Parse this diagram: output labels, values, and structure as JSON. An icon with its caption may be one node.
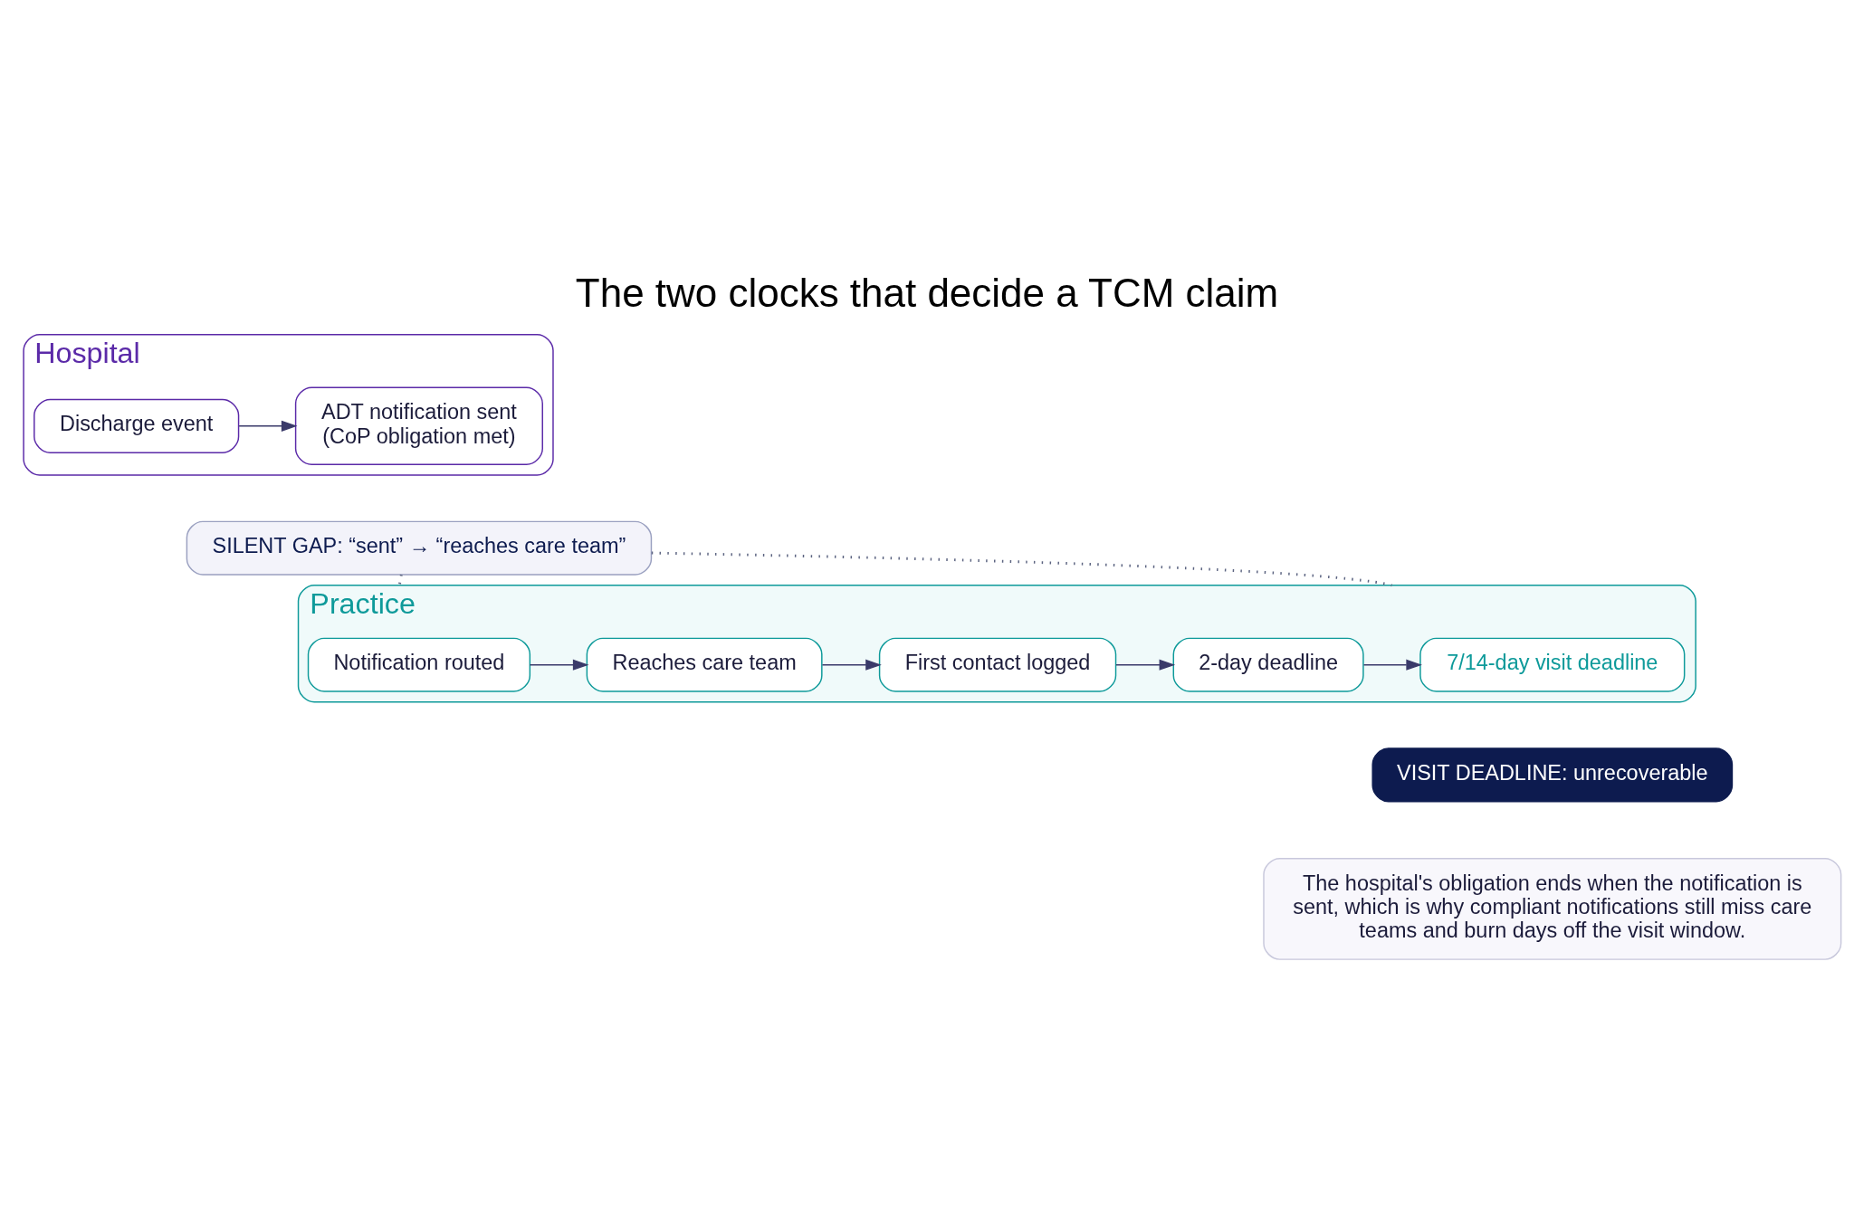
{
  "diagram": {
    "title": "The two clocks that decide a TCM claim",
    "nodes": [
      {
        "text": [
          "Hospital"
        ]
      },
      {
        "text": [
          "Discharge event"
        ],
        "in": 0
      },
      {
        "text": [
          "ADT notification sent",
          "(CoP obligation met)"
        ],
        "in": 0
      },
      {
        "text": [
          "SILENT GAP: “sent” → “reaches care team”"
        ]
      },
      {
        "text": [
          "Practice"
        ]
      },
      {
        "text": [
          "Notification routed"
        ],
        "in": 4
      },
      {
        "text": [
          "Reaches care team"
        ],
        "in": 4
      },
      {
        "text": [
          "First contact logged"
        ],
        "in": 4
      },
      {
        "text": [
          "2-day deadline"
        ],
        "in": 4
      },
      {
        "text": [
          "7/14-day visit deadline"
        ],
        "in": 4
      },
      {
        "text": [
          "VISIT DEADLINE: unrecoverable"
        ]
      },
      {
        "text": [
          "The hospital's obligation ends when the notification is sent, which is why compliant notifications still miss care teams and burn days off the visit window."
        ]
      }
    ],
    "edges": [
      {
        "from": 1,
        "to": 2,
        "arrow": "to"
      },
      {
        "from": 3,
        "to": 4,
        "arrow": "none",
        "style": "dashed"
      },
      {
        "from": 3,
        "to": 4,
        "arrow": "none",
        "style": "dashed"
      },
      {
        "from": 5,
        "to": 6,
        "arrow": "to"
      },
      {
        "from": 6,
        "to": 7,
        "arrow": "to"
      },
      {
        "from": 7,
        "to": 8,
        "arrow": "to"
      },
      {
        "from": 8,
        "to": 9,
        "arrow": "to"
      }
    ]
  }
}
